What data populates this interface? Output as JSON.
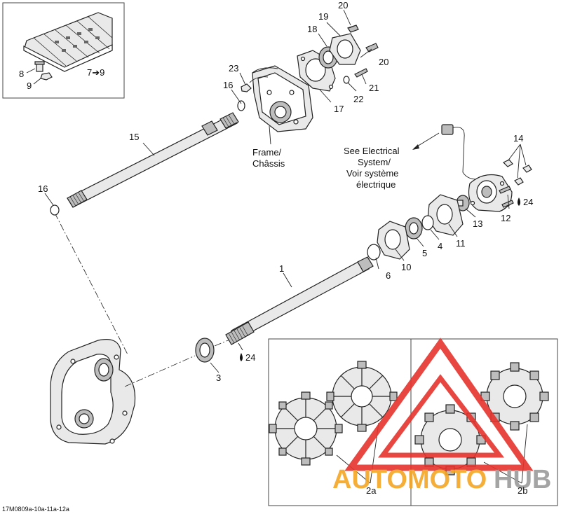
{
  "diagram": {
    "code": "17M0809a-10a-11a-12a",
    "notes": {
      "frame": [
        "Frame/",
        "Châssis"
      ],
      "electrical": [
        "See Electrical",
        "System/",
        "Voir système",
        "électrique"
      ]
    },
    "callouts": {
      "c1": "1",
      "c2a": "2a",
      "c2b": "2b",
      "c3": "3",
      "c4": "4",
      "c5": "5",
      "c6": "6",
      "c7to9": "7➔9",
      "c8": "8",
      "c9": "9",
      "c10": "10",
      "c11": "11",
      "c12": "12",
      "c13": "13",
      "c14": "14",
      "c15": "15",
      "c16a": "16",
      "c16b": "16",
      "c17": "17",
      "c18": "18",
      "c19": "19",
      "c20a": "20",
      "c20b": "20",
      "c21": "21",
      "c22": "22",
      "c23": "23",
      "c24a": "24",
      "c24b": "24"
    },
    "watermark": {
      "part1": "AUTOMOTO",
      "part2": "HUB"
    },
    "colors": {
      "watermark_red": "#e5342c",
      "watermark_orange": "#f5a623",
      "watermark_gray": "#9b9b9b"
    }
  }
}
